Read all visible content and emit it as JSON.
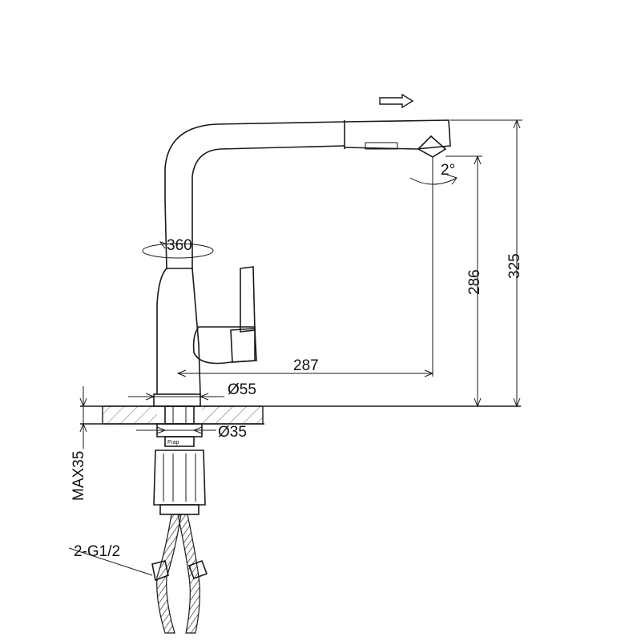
{
  "dimensions": {
    "total_height": "325",
    "spout_height": "286",
    "reach": "287",
    "base_diameter": "Ø55",
    "hole_diameter": "Ø35",
    "max_thickness": "MAX35",
    "rotation": "360",
    "tilt_angle": "2°",
    "hose_connector": "2-G1/2"
  },
  "colors": {
    "line": "#1a1a1a",
    "hatch": "#555555",
    "background": "#ffffff"
  }
}
